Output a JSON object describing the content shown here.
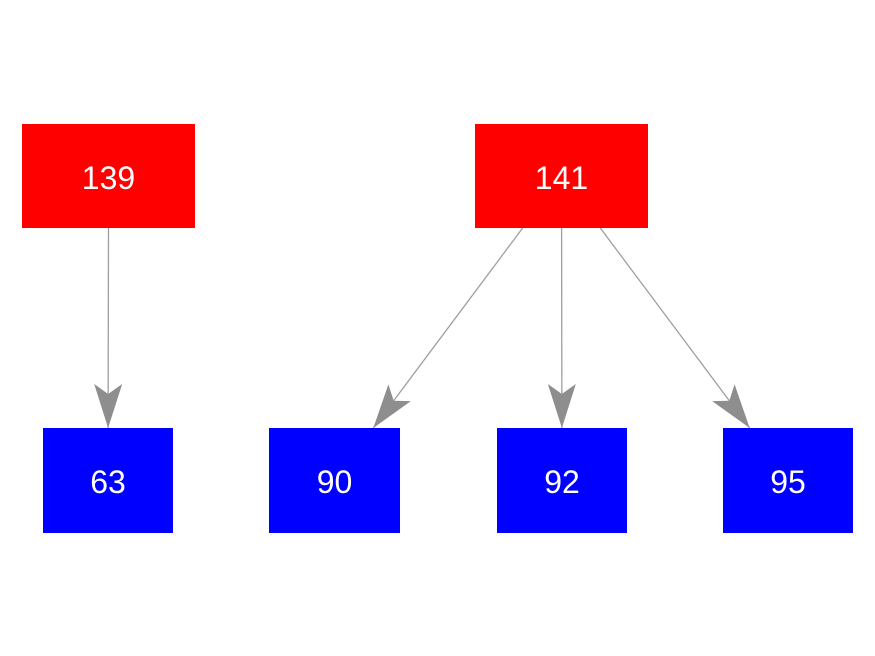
{
  "diagram": {
    "type": "tree-graph",
    "background_color": "#ffffff",
    "edge_color": "#9e9e9e",
    "arrowhead_color": "#8e8e8e",
    "text_color": "#ffffff",
    "parent_node_color": "#ff0000",
    "child_node_color": "#0000ff",
    "nodes": {
      "n139": {
        "label": "139",
        "fill": "#ff0000",
        "role": "parent"
      },
      "n141": {
        "label": "141",
        "fill": "#ff0000",
        "role": "parent"
      },
      "n63": {
        "label": "63",
        "fill": "#0000ff",
        "role": "child"
      },
      "n90": {
        "label": "90",
        "fill": "#0000ff",
        "role": "child"
      },
      "n92": {
        "label": "92",
        "fill": "#0000ff",
        "role": "child"
      },
      "n95": {
        "label": "95",
        "fill": "#0000ff",
        "role": "child"
      }
    },
    "edges": [
      {
        "from": "139",
        "to": "63"
      },
      {
        "from": "141",
        "to": "90"
      },
      {
        "from": "141",
        "to": "92"
      },
      {
        "from": "141",
        "to": "95"
      }
    ]
  }
}
